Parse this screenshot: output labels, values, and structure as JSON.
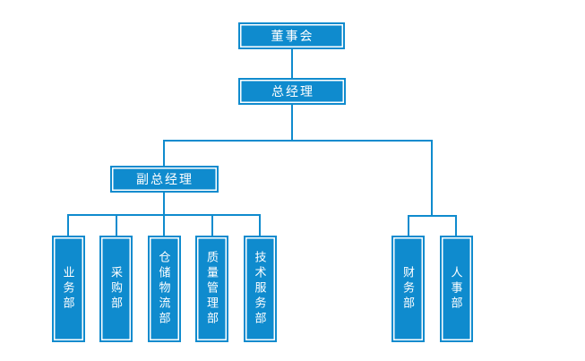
{
  "chart": {
    "type": "org-chart",
    "colors": {
      "accent": "#0f8bce",
      "node_text": "#ffffff",
      "background": "#ffffff"
    },
    "nodes": {
      "board": {
        "label": "董事会"
      },
      "gm": {
        "label": "总经理"
      },
      "dgm": {
        "label": "副总经理"
      },
      "left_depts": [
        {
          "label": "业务部"
        },
        {
          "label": "采购部"
        },
        {
          "label": "仓储物流部"
        },
        {
          "label": "质量管理部"
        },
        {
          "label": "技术服务部"
        }
      ],
      "right_depts": [
        {
          "label": "财务部"
        },
        {
          "label": "人事部"
        }
      ]
    },
    "edges": [
      "董事会 → 总经理",
      "总经理 → 副总经理",
      "总经理 → 财务部",
      "总经理 → 人事部",
      "副总经理 → 业务部",
      "副总经理 → 采购部",
      "副总经理 → 仓储物流部",
      "副总经理 → 质量管理部",
      "副总经理 → 技术服务部"
    ]
  }
}
